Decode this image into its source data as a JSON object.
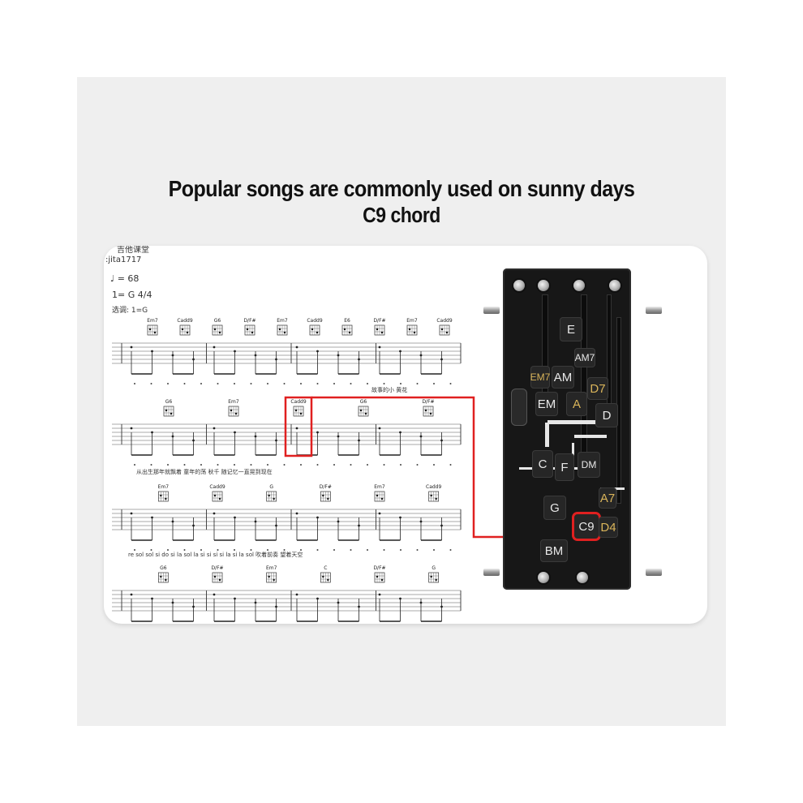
{
  "headline": {
    "line1": "Popular songs are commonly used on sunny days",
    "line2": "C9 chord"
  },
  "sheet": {
    "title_fragment": "吉他课堂",
    "author": ":jita1717",
    "tempo": "= 68",
    "key": "1= G",
    "time_signature": "4/4",
    "capo_note": "选调: 1=G",
    "rows": [
      {
        "chords": [
          "Em7",
          "Cadd9",
          "G6",
          "D/F#",
          "Em7",
          "Cadd9",
          "E6",
          "D/F#",
          "Em7",
          "Cadd9"
        ]
      },
      {
        "chords": [
          "G6",
          "Em7",
          "Cadd9",
          "G6",
          "D/F#"
        ]
      },
      {
        "chords": [
          "Em7",
          "Cadd9",
          "G",
          "D/F#",
          "Em7",
          "Cadd9"
        ]
      },
      {
        "chords": [
          "G6",
          "D/F#",
          "Em7",
          "C",
          "D/F#",
          "G"
        ]
      }
    ],
    "lyrics": [
      "故事的小 黄花",
      "从出生那年就飘着  童年的荡  秋千  随记忆一直晃到现在",
      "re sol sol si do si la sol la    si si si si la si la sol    吹着前奏 望着天空"
    ]
  },
  "device": {
    "keys": [
      "E",
      "AM7",
      "EM7",
      "AM",
      "D7",
      "EM",
      "A",
      "D",
      "C",
      "F",
      "DM",
      "A7",
      "G",
      "C9",
      "D4",
      "BM"
    ],
    "highlighted_key": "C9"
  },
  "colors": {
    "highlight": "#e02020",
    "device_body": "#171717",
    "gold_label": "#d9b45a"
  }
}
